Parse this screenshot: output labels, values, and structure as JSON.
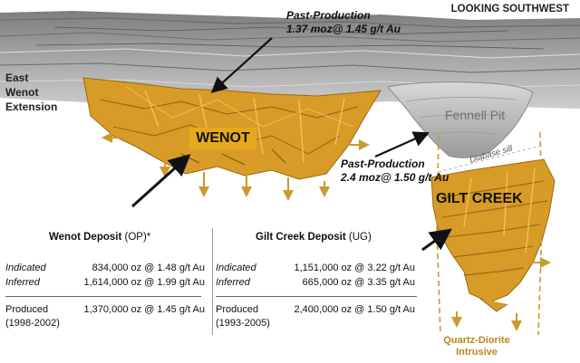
{
  "view_label": "LOOKING SOUTHWEST",
  "callouts": {
    "wenot_past": {
      "title": "Past-Production",
      "value": "1.37 moz@ 1.45 g/t Au"
    },
    "gilt_past": {
      "title": "Past-Production",
      "value": "2.4 moz@ 1.50 g/t Au"
    }
  },
  "labels": {
    "east_wenot": [
      "East",
      "Wenot",
      "Extension"
    ],
    "wenot": "WENOT",
    "fennell_pit": "Fennell Pit",
    "diabase_sill": "Diabase sill",
    "gilt_creek": "GILT CREEK",
    "quartz_diorite": [
      "Quartz-Diorite",
      "Intrusive"
    ]
  },
  "wenot_deposit": {
    "name": "Wenot Deposit",
    "type": "(OP)*",
    "rows": [
      {
        "category": "Indicated",
        "value": "834,000 oz @ 1.48 g/t Au"
      },
      {
        "category": "Inferred",
        "value": "1,614,000 oz @ 1.99 g/t Au"
      }
    ],
    "produced_label": "Produced",
    "produced_value": "1,370,000 oz @ 1.45 g/t Au",
    "produced_years": "(1998-2002)"
  },
  "gilt_creek_deposit": {
    "name": "Gilt Creek Deposit",
    "type": "(UG)",
    "rows": [
      {
        "category": "Indicated",
        "value": "1,151,000 oz @ 3.22 g/t Au"
      },
      {
        "category": "Inferred",
        "value": "665,000 oz @ 3.35 g/t Au"
      }
    ],
    "produced_label": "Produced",
    "produced_value": "2,400,000 oz @ 1.50 g/t Au",
    "produced_years": "(1993-2005)"
  },
  "colors": {
    "ore": "#d89b28",
    "ore_dark": "#9a6a12",
    "ore_light": "#f0c25a",
    "host_rock": "#9b9b9b",
    "pit": "#c4c4c4",
    "intrusive": "#c99a2e"
  }
}
